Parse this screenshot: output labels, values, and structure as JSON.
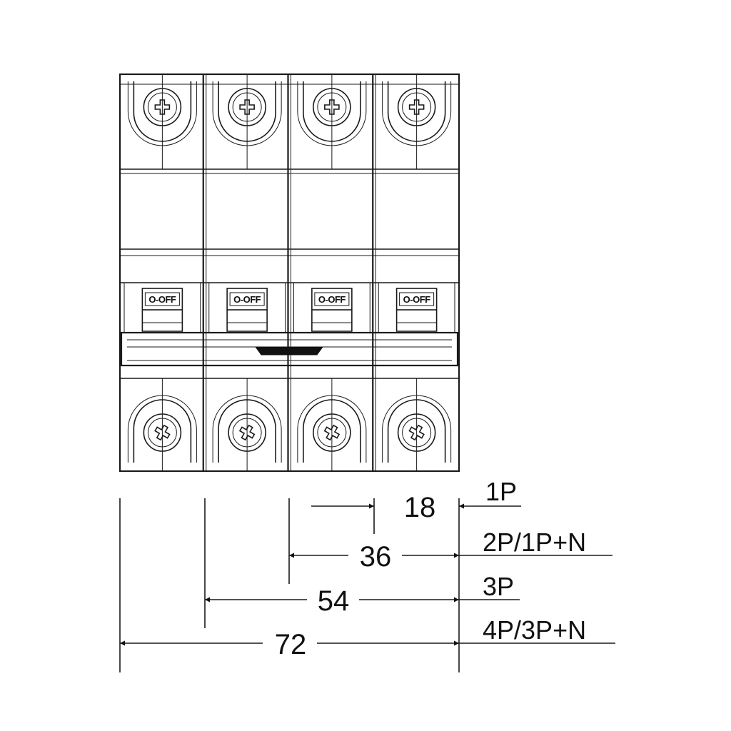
{
  "poles": [
    {
      "switch_label": "O-OFF"
    },
    {
      "switch_label": "O-OFF"
    },
    {
      "switch_label": "O-OFF"
    },
    {
      "switch_label": "O-OFF"
    }
  ],
  "dimensions": [
    {
      "value": "18",
      "config": "1P"
    },
    {
      "value": "36",
      "config": "2P/1P+N"
    },
    {
      "value": "54",
      "config": "3P"
    },
    {
      "value": "72",
      "config": "4P/3P+N"
    }
  ]
}
